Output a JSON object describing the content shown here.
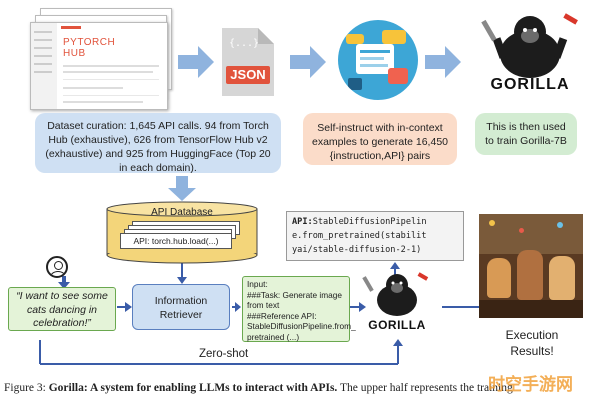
{
  "hub_page": {
    "title_line1": "PYTORCH",
    "title_line2": "HUB"
  },
  "json_icon_label": "JSON",
  "json_braces": "{...}",
  "dataset_box": "Dataset curation: 1,645 API calls. 94 from Torch Hub (exhaustive), 626 from TensorFlow Hub v2 (exhaustive) and 925 from HuggingFace (Top 20 in each domain).",
  "self_instruct_box": "Self-instruct with in-context examples to generate 16,450 {instruction,API} pairs",
  "train_box": "This is then used to train Gorilla-7B",
  "gorilla_label_top": "GORILLA",
  "api_db": {
    "title": "API Database",
    "entry": "API: torch.hub.load(...)"
  },
  "api_output": {
    "prefix": "API:",
    "code": "StableDiffusionPipeline.from_pretrained(stabilityai/stable-diffusion-2-1)",
    "line1": "StableDiffusionPipelin",
    "line2": "e.from_pretrained(stabilit",
    "line3": "yai/stable-diffusion-2-1)"
  },
  "user_query": "“I want to see some cats dancing in celebration!”",
  "retriever_box": "Information Retriever",
  "input_box": {
    "l1": "Input:",
    "l2": "###Task: Generate image",
    "l3": "from text",
    "l4": "###Reference API:",
    "l5": "StableDiffusionPipeline.from_",
    "l6": "pretrained (...)"
  },
  "gorilla_label_bottom": "GORILLA",
  "execution_label": "Execution Results!",
  "zero_shot_label": "Zero-shot",
  "caption": {
    "prefix": "Figure 3:",
    "bold": "Gorilla: A system for enabling LLMs to interact with APIs.",
    "rest": "The upper half represents the training"
  },
  "watermark": "时空手游网",
  "colors": {
    "arrow_blue": "#8fb3de",
    "blue_box": "#cfe0f3",
    "peach_box": "#fbdcc9",
    "green_box": "#e4f3d8",
    "db_gold": "#f3d57a",
    "red_arrow": "#d9372b"
  }
}
